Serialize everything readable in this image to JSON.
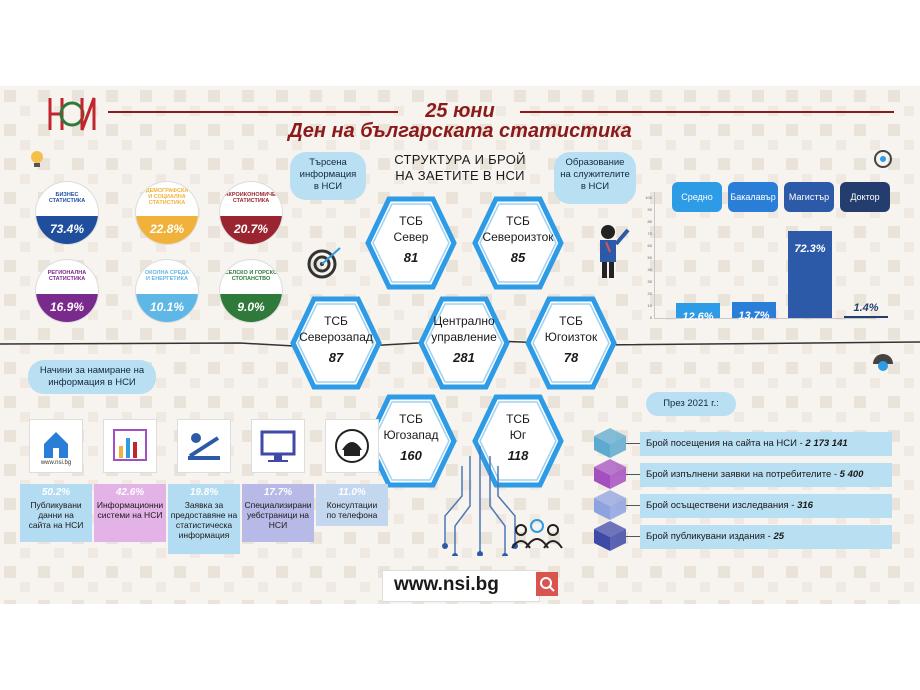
{
  "header": {
    "date": "25 юни",
    "title": "Ден на българската статистика"
  },
  "structure": {
    "title_line1": "СТРУКТУРА И БРОЙ",
    "title_line2": "НА ЗАЕТИТЕ В НСИ",
    "units": [
      {
        "line1": "ТСБ",
        "line2": "Север",
        "value": "81"
      },
      {
        "line1": "ТСБ",
        "line2": "Североизток",
        "value": "85"
      },
      {
        "line1": "ТСБ",
        "line2": "Северозапад",
        "value": "87"
      },
      {
        "line1": "Централно",
        "line2": "управление",
        "value": "281"
      },
      {
        "line1": "ТСБ",
        "line2": "Югоизток",
        "value": "78"
      },
      {
        "line1": "ТСБ",
        "line2": "Югозапад",
        "value": "160"
      },
      {
        "line1": "ТСБ",
        "line2": "Юг",
        "value": "118"
      }
    ]
  },
  "bubbles": {
    "searched": [
      "Търсена",
      "информация",
      "в НСИ"
    ],
    "education": [
      "Образование",
      "на служителите",
      "в НСИ"
    ],
    "ways": [
      "Начини за намиране на",
      "информация в НСИ"
    ],
    "year": "През 2021 г.:"
  },
  "topics": [
    {
      "label": [
        "БИЗНЕС",
        "СТАТИСТИКА"
      ],
      "value": "73.4%",
      "color": "#1f4e9c"
    },
    {
      "label": [
        "ДЕМОГРАФСКА",
        "И СОЦИАЛНА",
        "СТАТИСТИКА"
      ],
      "value": "22.8%",
      "color": "#f0b23a"
    },
    {
      "label": [
        "МАКРОИКОНОМИЧЕСКА",
        "СТАТИСТИКА"
      ],
      "value": "20.7%",
      "color": "#9a2530"
    },
    {
      "label": [
        "РЕГИОНАЛНА",
        "СТАТИСТИКА"
      ],
      "value": "16.9%",
      "color": "#7a2a8c"
    },
    {
      "label": [
        "ОКОЛНА СРЕДА",
        "И ЕНЕРГЕТИКА"
      ],
      "value": "10.1%",
      "color": "#5fb7e5"
    },
    {
      "label": [
        "СЕЛСКО И ГОРСКО",
        "СТОПАНСТВО"
      ],
      "value": "9.0%",
      "color": "#2f7a3a"
    }
  ],
  "chart_data": {
    "type": "bar",
    "categories": [
      "Средно",
      "Бакалавър",
      "Магистър",
      "Доктор"
    ],
    "values": [
      12.6,
      13.7,
      72.3,
      1.4
    ],
    "value_labels": [
      "12.6%",
      "13.7%",
      "72.3%",
      "1.4%"
    ],
    "colors": [
      "#2e9be6",
      "#2a7ed8",
      "#2d5aa8",
      "#233e6e"
    ],
    "y_ticks": [
      "0",
      "10",
      "20",
      "30",
      "40",
      "50",
      "60",
      "70",
      "80",
      "90",
      "100"
    ],
    "ylim": [
      0,
      100
    ]
  },
  "channels": [
    {
      "pct": "50.2%",
      "label": [
        "Публикувани",
        "данни на",
        "сайта на НСИ"
      ],
      "color": "#b3dcf2",
      "icon_caption": "www.nsi.bg"
    },
    {
      "pct": "42.6%",
      "label": [
        "Информационни",
        "системи на НСИ"
      ],
      "color": "#e3b2e6",
      "icon_caption": ""
    },
    {
      "pct": "19.8%",
      "label": [
        "Заявка за",
        "предоставяне на",
        "статистическа",
        "информация"
      ],
      "color": "#b3dcf2",
      "icon_caption": ""
    },
    {
      "pct": "17.7%",
      "label": [
        "Специализирани",
        "уебстраници на",
        "НСИ"
      ],
      "color": "#b7b9e6",
      "icon_caption": ""
    },
    {
      "pct": "11.0%",
      "label": [
        "Консултации",
        "по телефона"
      ],
      "color": "#c3d7ef",
      "icon_caption": ""
    }
  ],
  "stats": [
    {
      "text": "Брой посещения на сайта на НСИ - ",
      "value": "2 173 141",
      "color": "#5ea9cf"
    },
    {
      "text": "Брой изпълнени заявки на потребителите - ",
      "value": "5 400",
      "color": "#a44fc0"
    },
    {
      "text": "Брой осъществени изследвания - ",
      "value": "316",
      "color": "#8fa2e0"
    },
    {
      "text": "Брой публикувани издания - ",
      "value": "25",
      "color": "#3f4aa8"
    }
  ],
  "footer": {
    "url": "www.nsi.bg"
  }
}
